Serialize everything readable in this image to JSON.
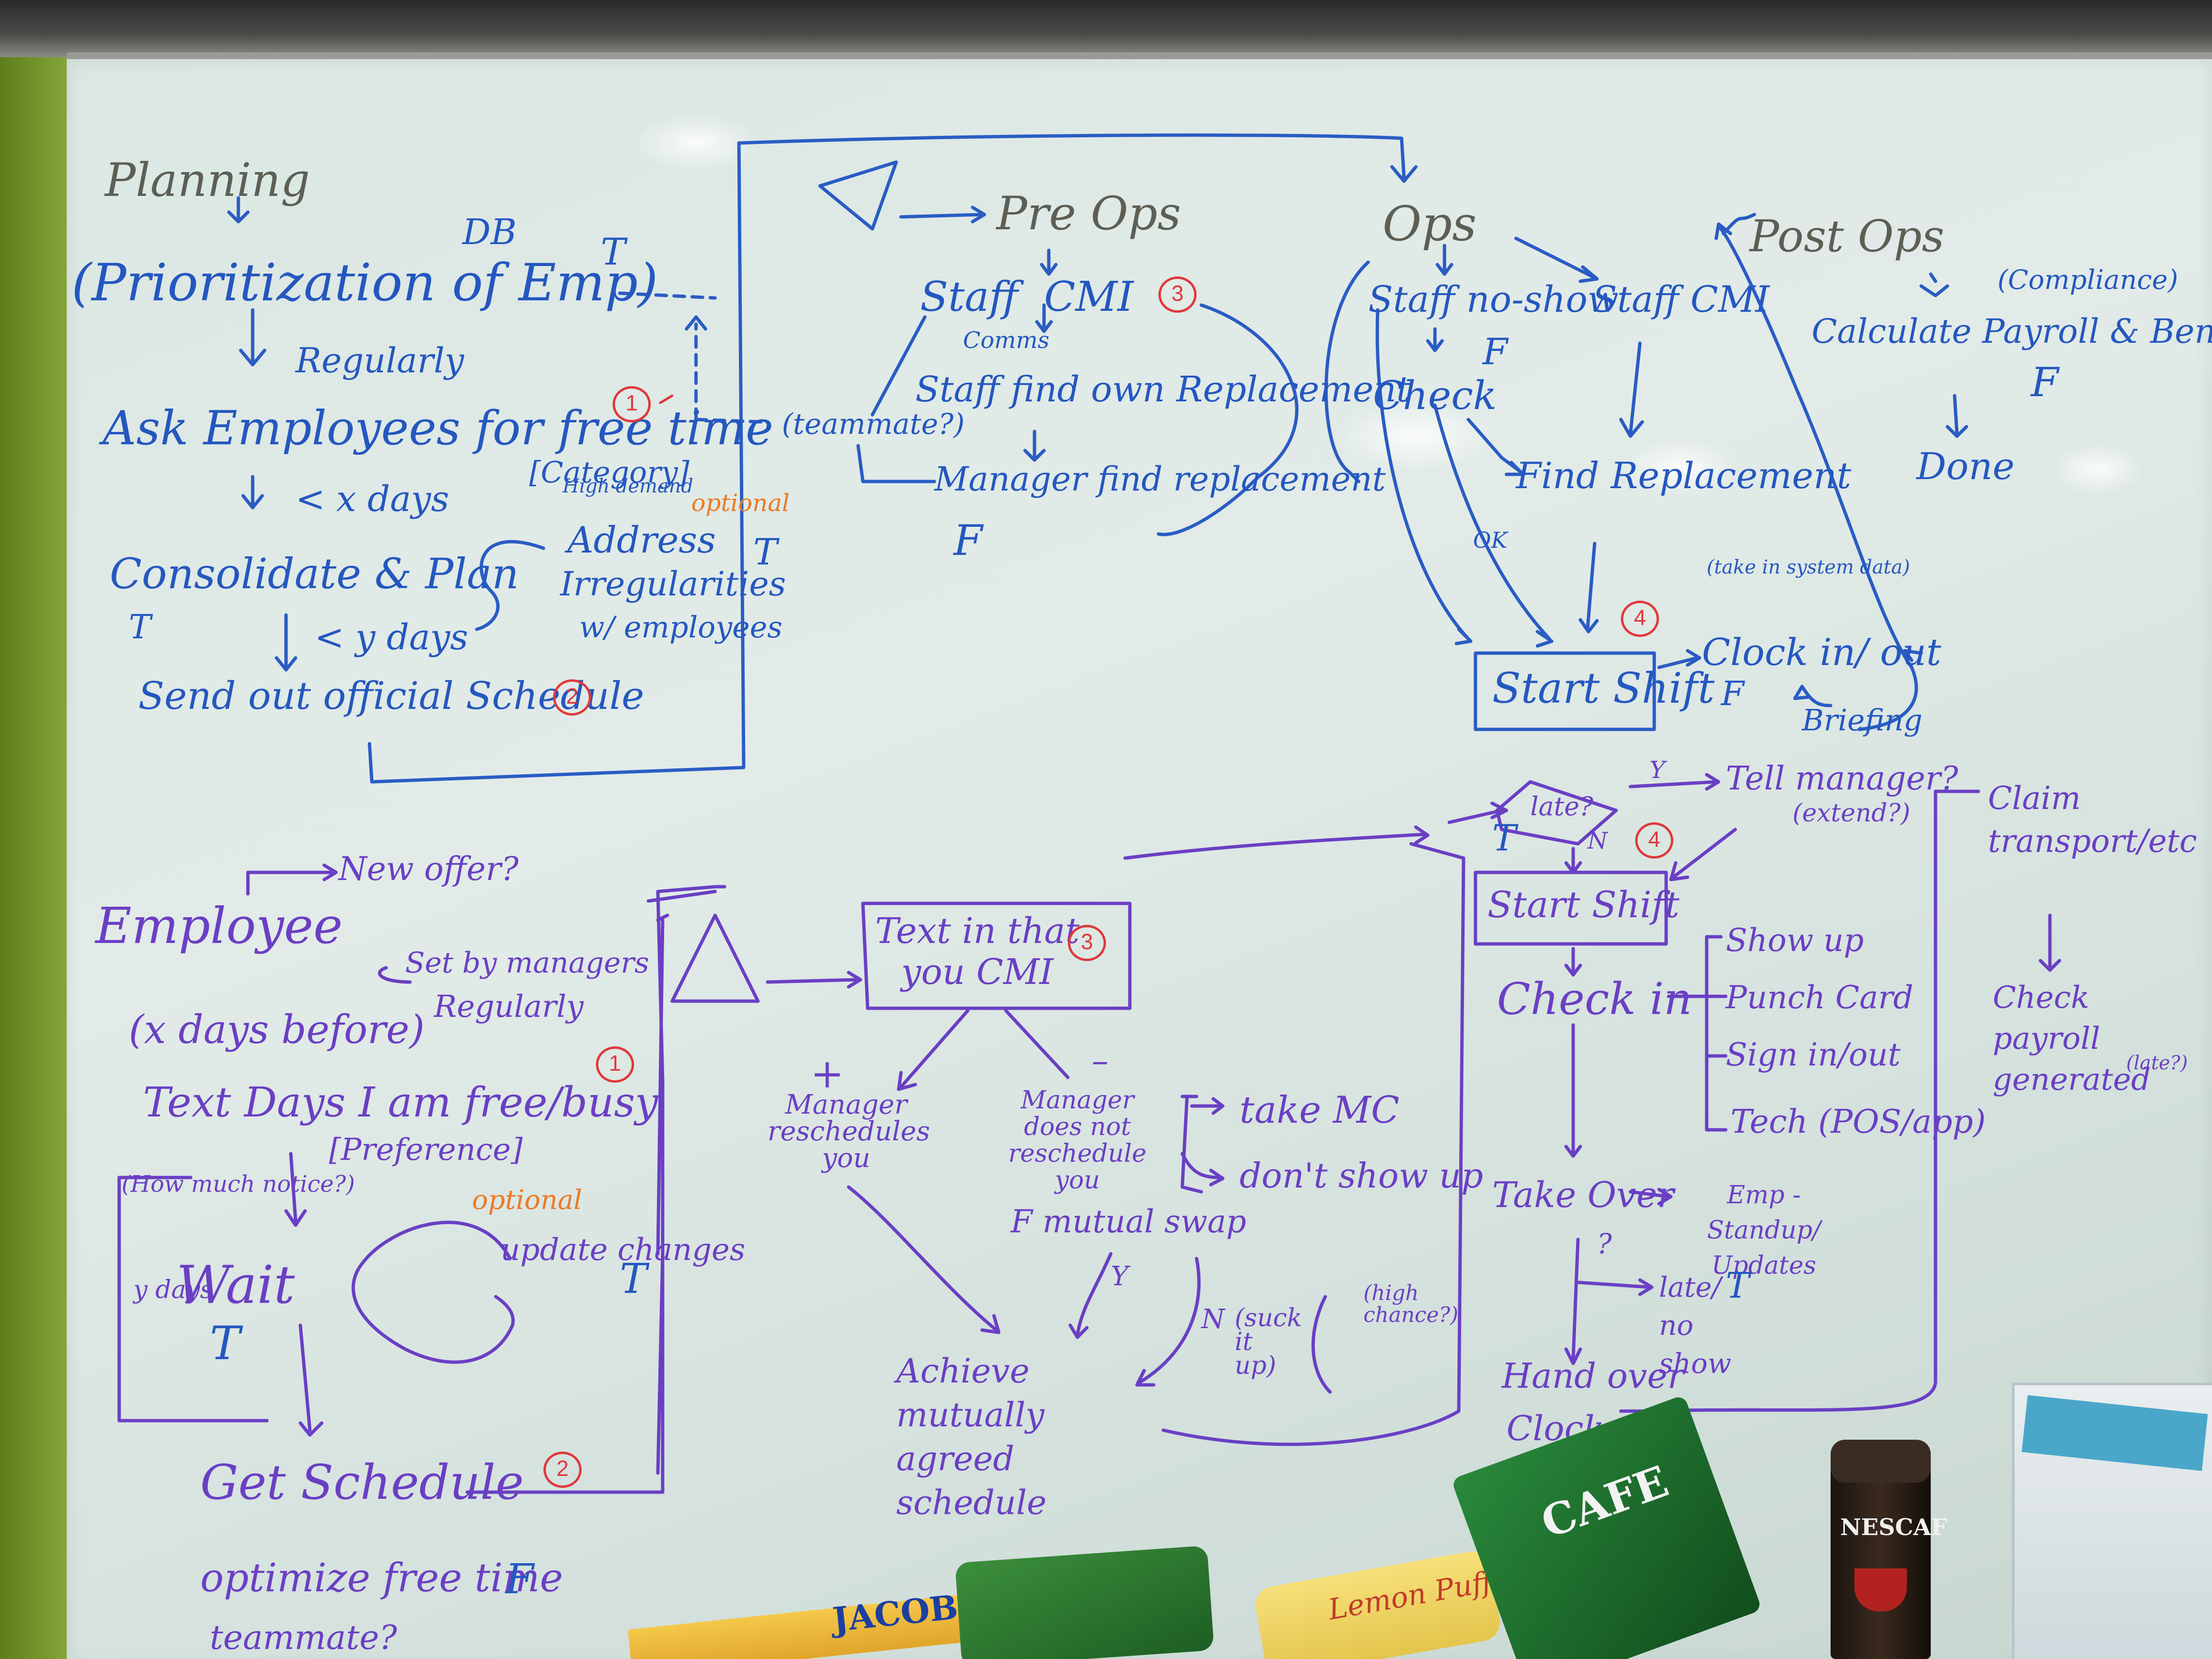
{
  "planning": {
    "title": "Planning",
    "db": "DB",
    "prioritization": "(Prioritization of Emp)",
    "regularly": "Regularly",
    "ask": "Ask Employees for free time",
    "x_days": "< x days",
    "category": "[Category]",
    "high_demand": "High demand",
    "optional": "optional",
    "address": "Address",
    "irregularities": "Irregularities",
    "w_employees": "w/ employees",
    "consolidate": "Consolidate & Plan",
    "y_days": "< y days",
    "send": "Send out official Schedule",
    "t1": "T",
    "t2": "T",
    "t3": "T",
    "badge1": "1",
    "badge2": "2"
  },
  "preops": {
    "title": "Pre Ops",
    "staff": "Staff",
    "cmi": "CMI",
    "badge3": "3",
    "comms": "Comms",
    "find_own": "Staff find own Replacement",
    "teammate": "(teammate?)",
    "manager_find": "Manager find replacement",
    "f": "F"
  },
  "ops": {
    "title": "Ops",
    "no_show": "Staff no-show",
    "staff_cmi": "Staff CMI",
    "f": "F",
    "check": "Check",
    "find_replacement": "Find Replacement",
    "ok": "OK",
    "start_shift": "Start Shift",
    "badge4": "4",
    "clock": "Clock in/ out",
    "clock_f": "F",
    "clock_note": "(take in system data)",
    "briefing": "Briefing"
  },
  "postops": {
    "title": "Post Ops",
    "compliance": "(Compliance)",
    "calculate": "Calculate Payroll & Benefits",
    "f": "F",
    "done": "Done"
  },
  "employee": {
    "title": "Employee",
    "new_offer": "New offer?",
    "set_by": "Set by managers",
    "x_days_before": "(x days before)",
    "regularly": "Regularly",
    "text_days": "Text Days I am free/busy",
    "badge1": "1",
    "preference": "[Preference]",
    "how_much": "(How much notice?)",
    "wait": "Wait",
    "y_days": "y days",
    "t_wait": "T",
    "optional": "optional",
    "update": "update changes",
    "t_update": "T",
    "get_schedule": "Get Schedule",
    "badge2": "2",
    "optimize": "optimize free time",
    "optimize_f": "F",
    "teammate": "teammate?"
  },
  "cmi": {
    "text_in": "Text in that you CMI",
    "badge3": "3",
    "plus": "+",
    "minus": "–",
    "manager_resched": "Manager reschedules you",
    "manager_not": "Manager does not reschedule you",
    "take_mc": "take MC",
    "dont_show": "don't show up",
    "mutual_swap": "F mutual swap",
    "y": "Y",
    "n": "N",
    "suck_it_up": "(suck it up)",
    "high_chance": "(high chance?)",
    "achieve": "Achieve mutually agreed schedule"
  },
  "shift": {
    "late": "late?",
    "y": "Y",
    "n": "N",
    "t": "T",
    "badge4": "4",
    "tell_manager": "Tell manager?",
    "extend": "(extend?)",
    "start_shift": "Start Shift",
    "check_in": "Check in",
    "show_up": "Show up",
    "punch_card": "Punch Card",
    "sign_in": "Sign in/out",
    "tech": "Tech (POS/app)",
    "take_over": "Take Over",
    "emp_standup": "Emp - Standup/ Updates",
    "q": "?",
    "late_no_show": "late/ no show",
    "late_t": "T",
    "hand_over": "Hand over",
    "clock_out": "Clock out"
  },
  "claims": {
    "claim": "Claim transport/etc",
    "check_payroll": "Check payroll generated",
    "late": "(late?)"
  },
  "objects": {
    "jacobs": "JACOB'S",
    "lemon": "Lemon Puff",
    "cafe": "CAFE",
    "nescafe": "NESCAF"
  }
}
